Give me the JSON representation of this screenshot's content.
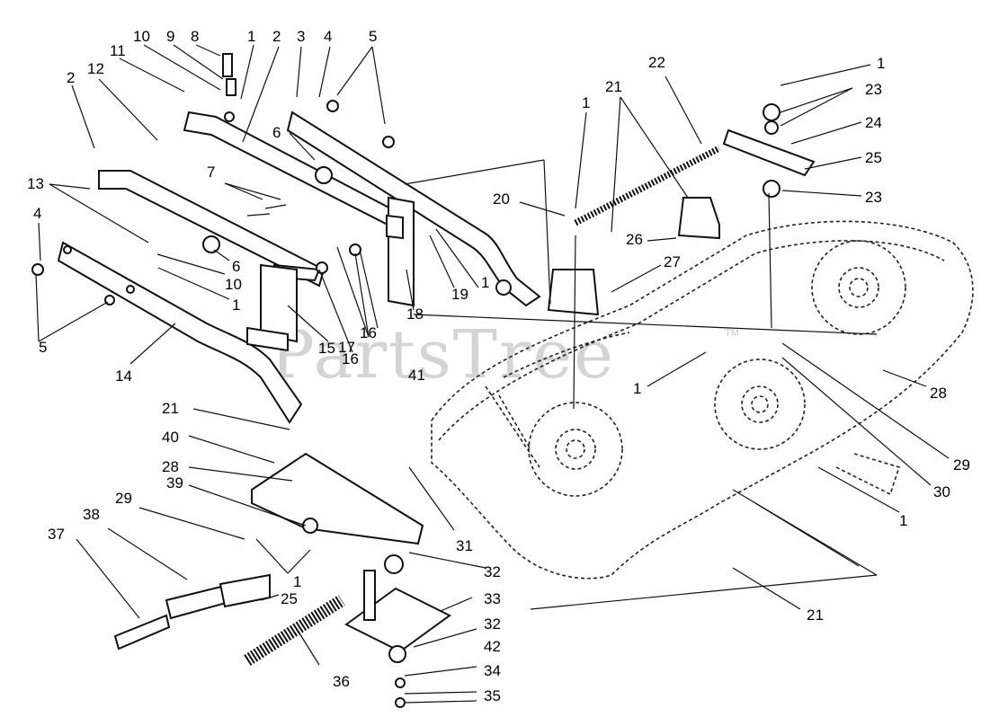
{
  "watermark": {
    "text": "PartsTree",
    "tm": "TM"
  },
  "callouts": [
    "1",
    "2",
    "3",
    "4",
    "5",
    "6",
    "7",
    "8",
    "9",
    "10",
    "11",
    "12",
    "13",
    "14",
    "15",
    "16",
    "17",
    "18",
    "19",
    "20",
    "21",
    "22",
    "23",
    "24",
    "25",
    "26",
    "27",
    "28",
    "29",
    "30",
    "31",
    "32",
    "33",
    "34",
    "35",
    "36",
    "37",
    "38",
    "39",
    "40",
    "41",
    "42"
  ]
}
